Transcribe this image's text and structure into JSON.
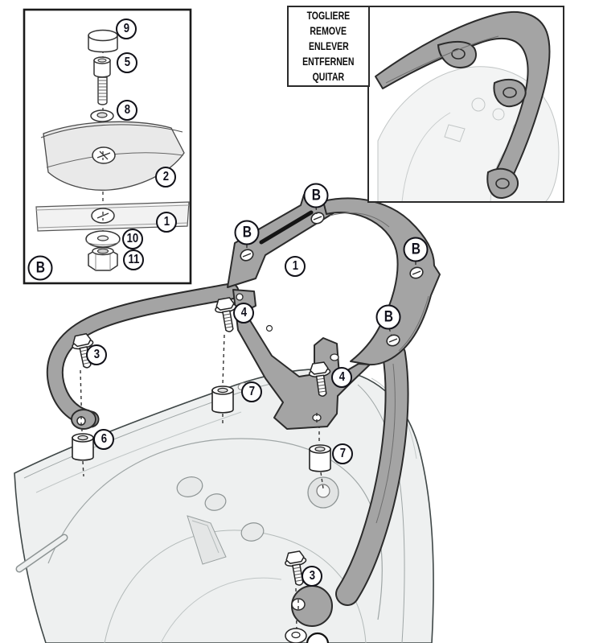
{
  "remove_box": {
    "lines": [
      "TOGLIERE",
      "REMOVE",
      "ENLEVER",
      "ENTFERNEN",
      "QUITAR"
    ]
  },
  "detail_inset": {
    "region_label": "B",
    "callouts": [
      "9",
      "5",
      "8",
      "2",
      "1",
      "10",
      "11"
    ]
  },
  "main": {
    "b_label": "B",
    "plate_label": "1",
    "bolt3_label": "3",
    "bolt4_label": "4",
    "spacer6_label": "6",
    "spacer7_label": "7"
  },
  "colors": {
    "rack_gray": "#a4a4a4",
    "outline_dark": "#2b2b2b",
    "bike_fill": "#eef0f0",
    "callout_text": "#10101c"
  }
}
